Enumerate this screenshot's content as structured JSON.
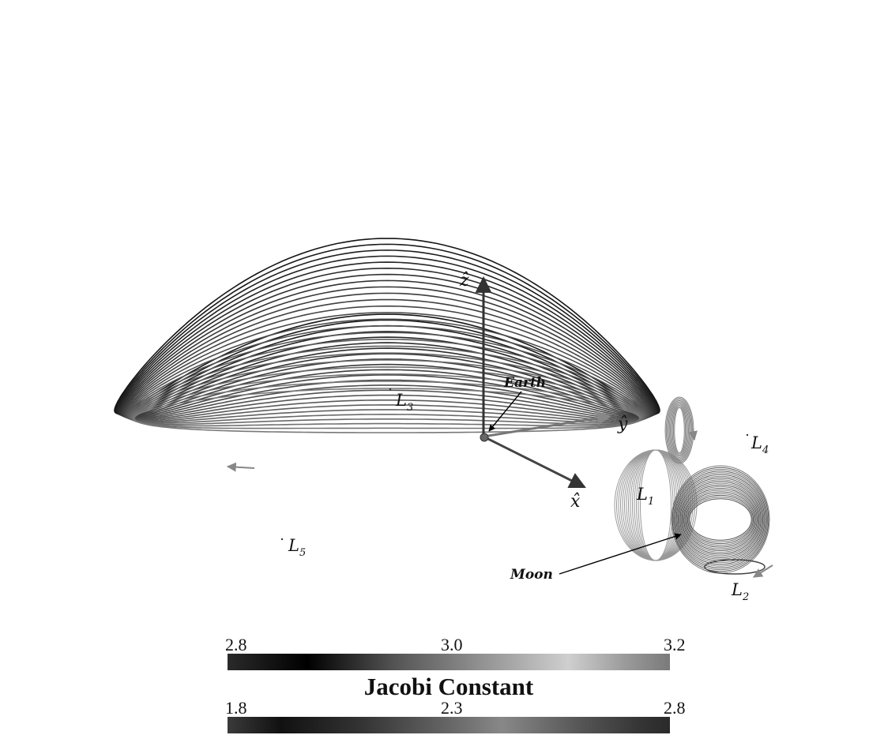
{
  "axes": {
    "x": "x̂",
    "y": "ŷ",
    "z": "ẑ"
  },
  "labels": {
    "earth": "Earth",
    "moon": "Moon",
    "L1": "L",
    "L1_sub": "1",
    "L2": "L",
    "L2_sub": "2",
    "L3": "L",
    "L3_sub": "3",
    "L4": "L",
    "L4_sub": "4",
    "L5": "L",
    "L5_sub": "5"
  },
  "colorbars": {
    "title": "Jacobi Constant",
    "top": {
      "ticks": [
        "2.8",
        "3.0",
        "3.2"
      ]
    },
    "bottom": {
      "ticks": [
        "1.8",
        "2.3",
        "2.8"
      ]
    }
  },
  "colors": {
    "dark": "#111111",
    "mid": "#777777",
    "light": "#cccccc"
  }
}
